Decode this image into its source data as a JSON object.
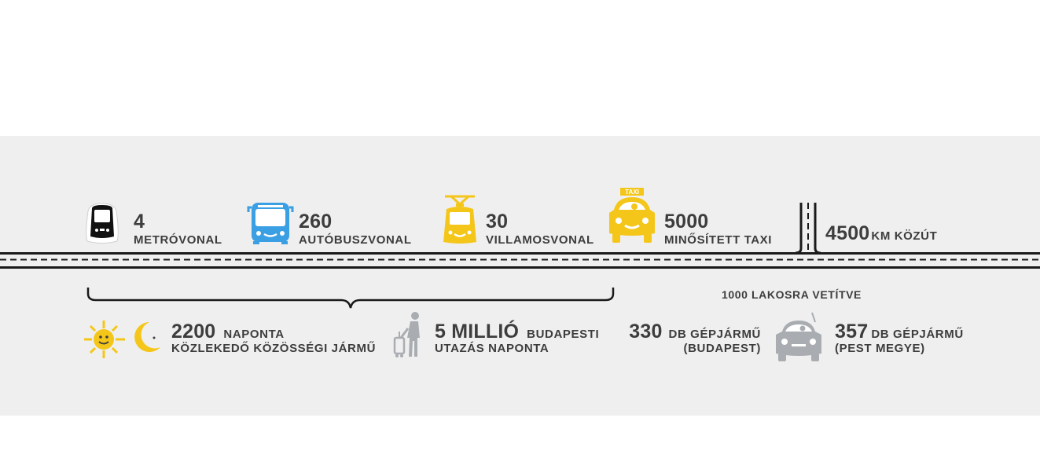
{
  "colors": {
    "panel": "#efefef",
    "text": "#3d3d3d",
    "yellow": "#f5c61a",
    "blue": "#3b9fe3",
    "grey_icon": "#a9adb2",
    "road": "#1a1a1a"
  },
  "top_stats": [
    {
      "icon": "metro-icon",
      "value": "4",
      "label": "METRÓVONAL"
    },
    {
      "icon": "bus-icon",
      "value": "260",
      "label": "AUTÓBUSZVONAL"
    },
    {
      "icon": "tram-icon",
      "value": "30",
      "label": "VILLAMOSVONAL"
    },
    {
      "icon": "taxi-icon",
      "value": "5000",
      "label": "MINŐSÍTETT TAXI"
    }
  ],
  "road": {
    "value": "4500",
    "label": "KM KÖZÚT"
  },
  "daily_vehicles": {
    "icons": [
      "sun-icon",
      "moon-icon"
    ],
    "value": "2200",
    "label_inline": "NAPONTA",
    "label_line2": "KÖZLEKEDŐ KÖZÖSSÉGI JÁRMŰ"
  },
  "trips": {
    "icon": "traveller-icon",
    "value": "5 MILLIÓ",
    "label_inline": "BUDAPESTI",
    "label_line2": "UTAZÁS NAPONTA"
  },
  "per_capita": {
    "heading": "1000 LAKOSRA VETÍTVE",
    "icon": "car-icon",
    "budapest": {
      "value": "330",
      "label_inline": "DB GÉPJÁRMŰ",
      "label_line2": "(BUDAPEST)"
    },
    "pest": {
      "value": "357",
      "label_inline": "DB GÉPJÁRMŰ",
      "label_line2": "(PEST MEGYE)"
    }
  },
  "taxi_sign": "TAXI"
}
